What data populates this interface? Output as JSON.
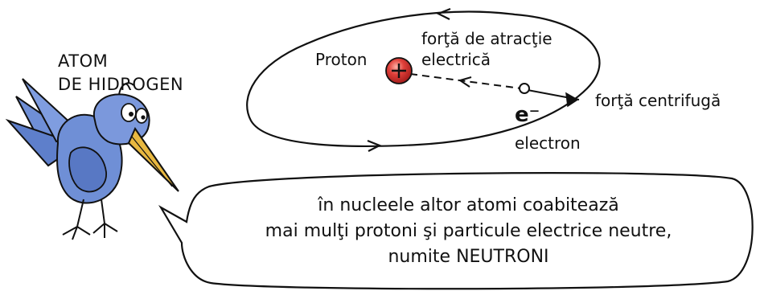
{
  "title": {
    "line1": "ATOM",
    "line2": "DE HIDROGEN"
  },
  "diagram": {
    "proton_label": "Proton",
    "proton_symbol": "+",
    "attraction_force_line1": "forţă de atracţie",
    "attraction_force_line2": "electrică",
    "centrifugal_force": "forţă centrifugă",
    "electron_symbol": "e⁻",
    "electron_label": "electron"
  },
  "speech_bubble": {
    "line1": "în nucleele altor atomi coabitează",
    "line2": "mai mulţi protoni şi particule electrice neutre,",
    "line3": "numite NEUTRONI"
  },
  "colors": {
    "proton_fill": "#d9302c",
    "bird_body": "#6f8fd6",
    "bird_beak": "#e8b840",
    "line": "#111111"
  }
}
